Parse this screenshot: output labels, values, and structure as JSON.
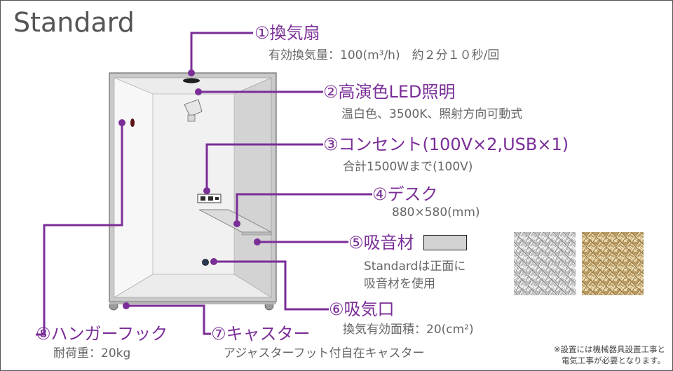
{
  "title": "Standard",
  "labels": [
    {
      "id": "fan",
      "text": "①換気扇",
      "sub": [
        "有効換気量：100(m³/h)　約２分１０秒/回"
      ]
    },
    {
      "id": "light",
      "text": "②高演色LED照明",
      "sub": [
        "温白色、3500K、照射方向可動式"
      ]
    },
    {
      "id": "outlet",
      "text": "③コンセント(100V×2,USB×1)",
      "sub": [
        "合計1500Wまで(100V)"
      ]
    },
    {
      "id": "desk",
      "text": "④デスク",
      "sub": [
        "880×580(mm)"
      ]
    },
    {
      "id": "absorber",
      "text": "⑤吸音材",
      "sub": [
        "Standardは正面に",
        "吸音材を使用"
      ]
    },
    {
      "id": "intake",
      "text": "⑥吸気口",
      "sub": [
        "換気有効面積：20(cm²)"
      ]
    },
    {
      "id": "caster",
      "text": "⑦キャスター",
      "sub": [
        "アジャスターフット付自在キャスター"
      ]
    },
    {
      "id": "hook",
      "text": "⑧ハンガーフック",
      "sub": [
        "耐荷重：20kg"
      ]
    }
  ],
  "note": [
    "※設置には機械器具設置工事と",
    "電気工事が必要となります。"
  ],
  "colors": {
    "accent": "#7a2e97",
    "text": "#666666",
    "booth_frame": "#b8b8b8",
    "booth_inner": "#f2f2f2"
  }
}
